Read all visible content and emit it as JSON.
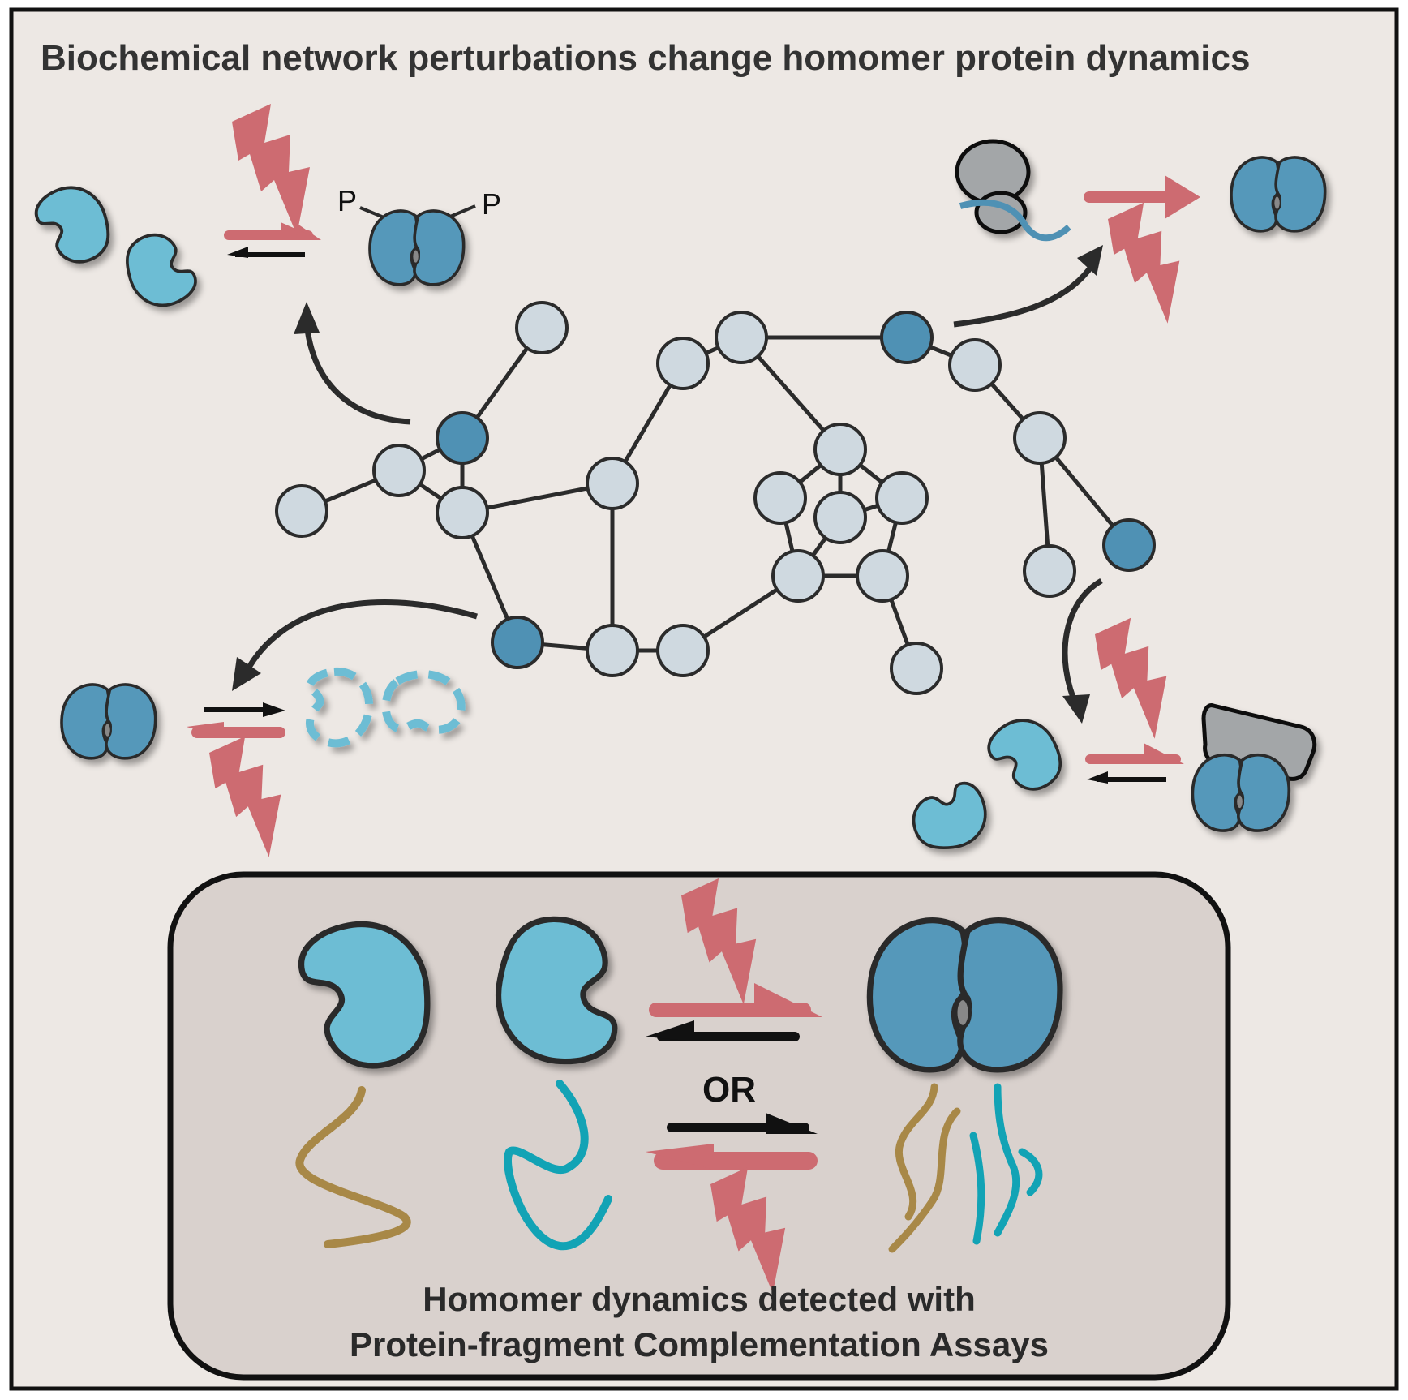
{
  "title": "Biochemical network perturbations change homomer protein dynamics",
  "phospho_label_left": "P",
  "phospho_label_right": "P",
  "box": {
    "or_label": "OR",
    "caption_line1": "Homomer dynamics detected with",
    "caption_line2": "Protein-fragment Complementation Assays"
  },
  "colors": {
    "background": "#ede8e4",
    "box_background": "#d9d1cd",
    "light_node": "#cfd9e0",
    "dark_node": "#4f91b4",
    "monomer": "#6dbdd4",
    "dimer": "#5498ba",
    "bolt": "#cd6b71",
    "gray_partner": "#a3a6a8",
    "fragment_gold": "#a88847",
    "fragment_teal": "#12a3b5"
  },
  "icons": [
    "lightning-bolt-icon",
    "equilibrium-arrow-icon",
    "curved-arrow-icon",
    "monomer-icon",
    "dimer-icon",
    "ribosome-icon"
  ]
}
